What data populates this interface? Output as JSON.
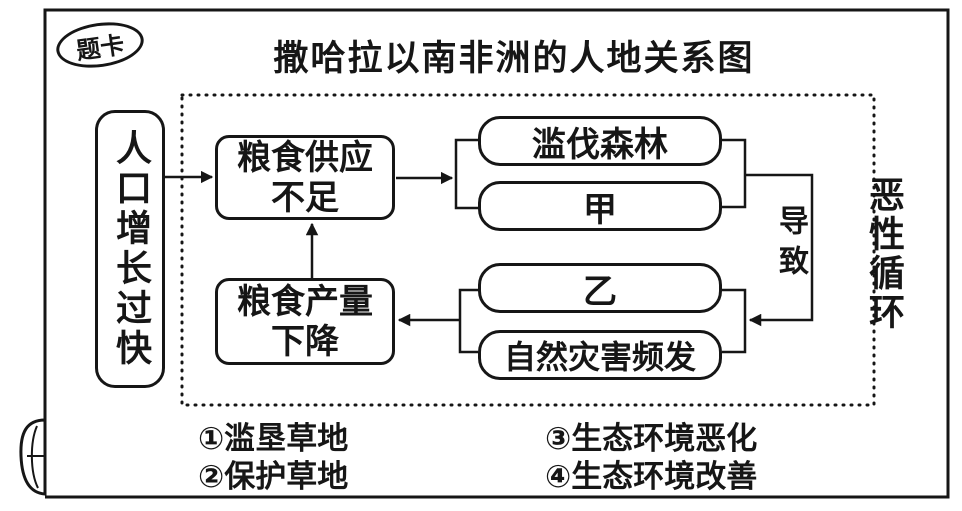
{
  "badge": "题卡",
  "title": "撒哈拉以南非洲的人地关系图",
  "nodes": {
    "population": "人口增长过快",
    "food_supply": [
      "粮食供应",
      "不足"
    ],
    "deforestation": "滥伐森林",
    "jia": "甲",
    "yi": "乙",
    "disasters": "自然灾害频发",
    "grain_yield": [
      "粮食产量",
      "下降"
    ]
  },
  "labels": {
    "cause": "导致",
    "vicious_cycle": "恶性循环"
  },
  "options": [
    "①滥垦草地",
    "②保护草地",
    "③生态环境恶化",
    "④生态环境改善"
  ]
}
